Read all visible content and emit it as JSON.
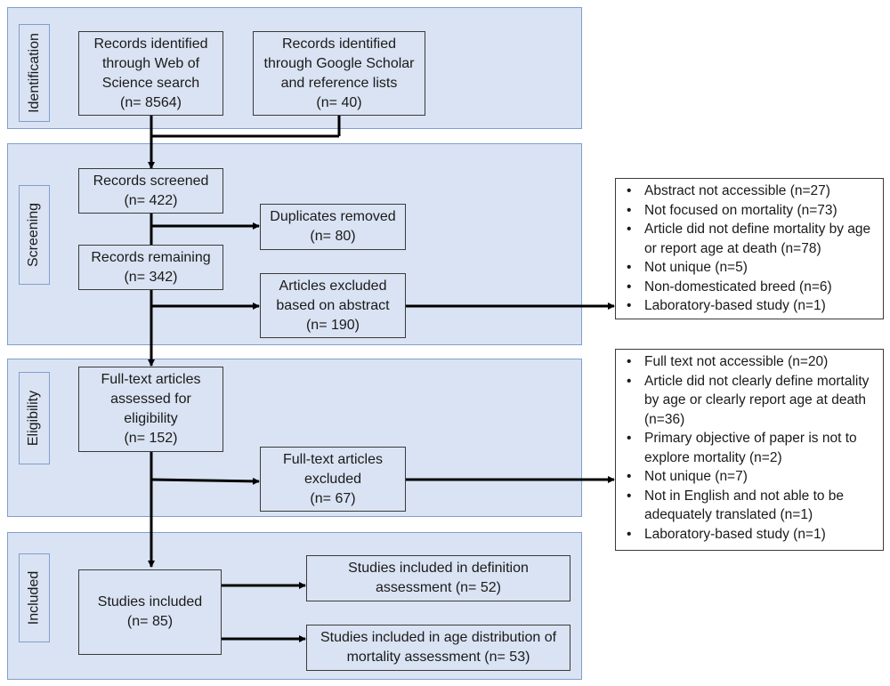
{
  "stages": {
    "identification": "Identification",
    "screening": "Screening",
    "eligibility": "Eligibility",
    "included": "Included"
  },
  "boxes": {
    "wos": [
      "Records identified",
      "through Web of",
      "Science search",
      "(n= 8564)"
    ],
    "scholar": [
      "Records identified",
      "through Google Scholar",
      "and reference lists",
      "(n= 40)"
    ],
    "screened": [
      "Records screened",
      "(n= 422)"
    ],
    "duplicates": [
      "Duplicates removed",
      "(n= 80)"
    ],
    "remaining": [
      "Records remaining",
      "(n= 342)"
    ],
    "abstract_excluded": [
      "Articles excluded",
      "based on abstract",
      "(n= 190)"
    ],
    "fulltext_assessed": [
      "Full-text articles",
      "assessed for",
      "eligibility",
      "(n= 152)"
    ],
    "fulltext_excluded": [
      "Full-text articles",
      "excluded",
      "(n= 67)"
    ],
    "studies_included": [
      "Studies included",
      "(n= 85)"
    ],
    "definition": [
      "Studies included in definition",
      "assessment (n= 52)"
    ],
    "age_distribution": [
      "Studies included in age distribution of",
      "mortality assessment (n= 53)"
    ]
  },
  "abstract_reasons": [
    "Abstract not accessible (n=27)",
    "Not focused on mortality (n=73)",
    "Article did not define mortality by age or report age at death (n=78)",
    "Not unique (n=5)",
    "Non-domesticated breed (n=6)",
    "Laboratory-based study (n=1)"
  ],
  "fulltext_reasons": [
    "Full text not accessible (n=20)",
    "Article did not clearly define mortality by age or clearly report age at death (n=36)",
    "Primary objective of paper is not to explore mortality (n=2)",
    "Not unique (n=7)",
    "Not in English and not able to be adequately translated (n=1)",
    "Laboratory-based study (n=1)"
  ]
}
